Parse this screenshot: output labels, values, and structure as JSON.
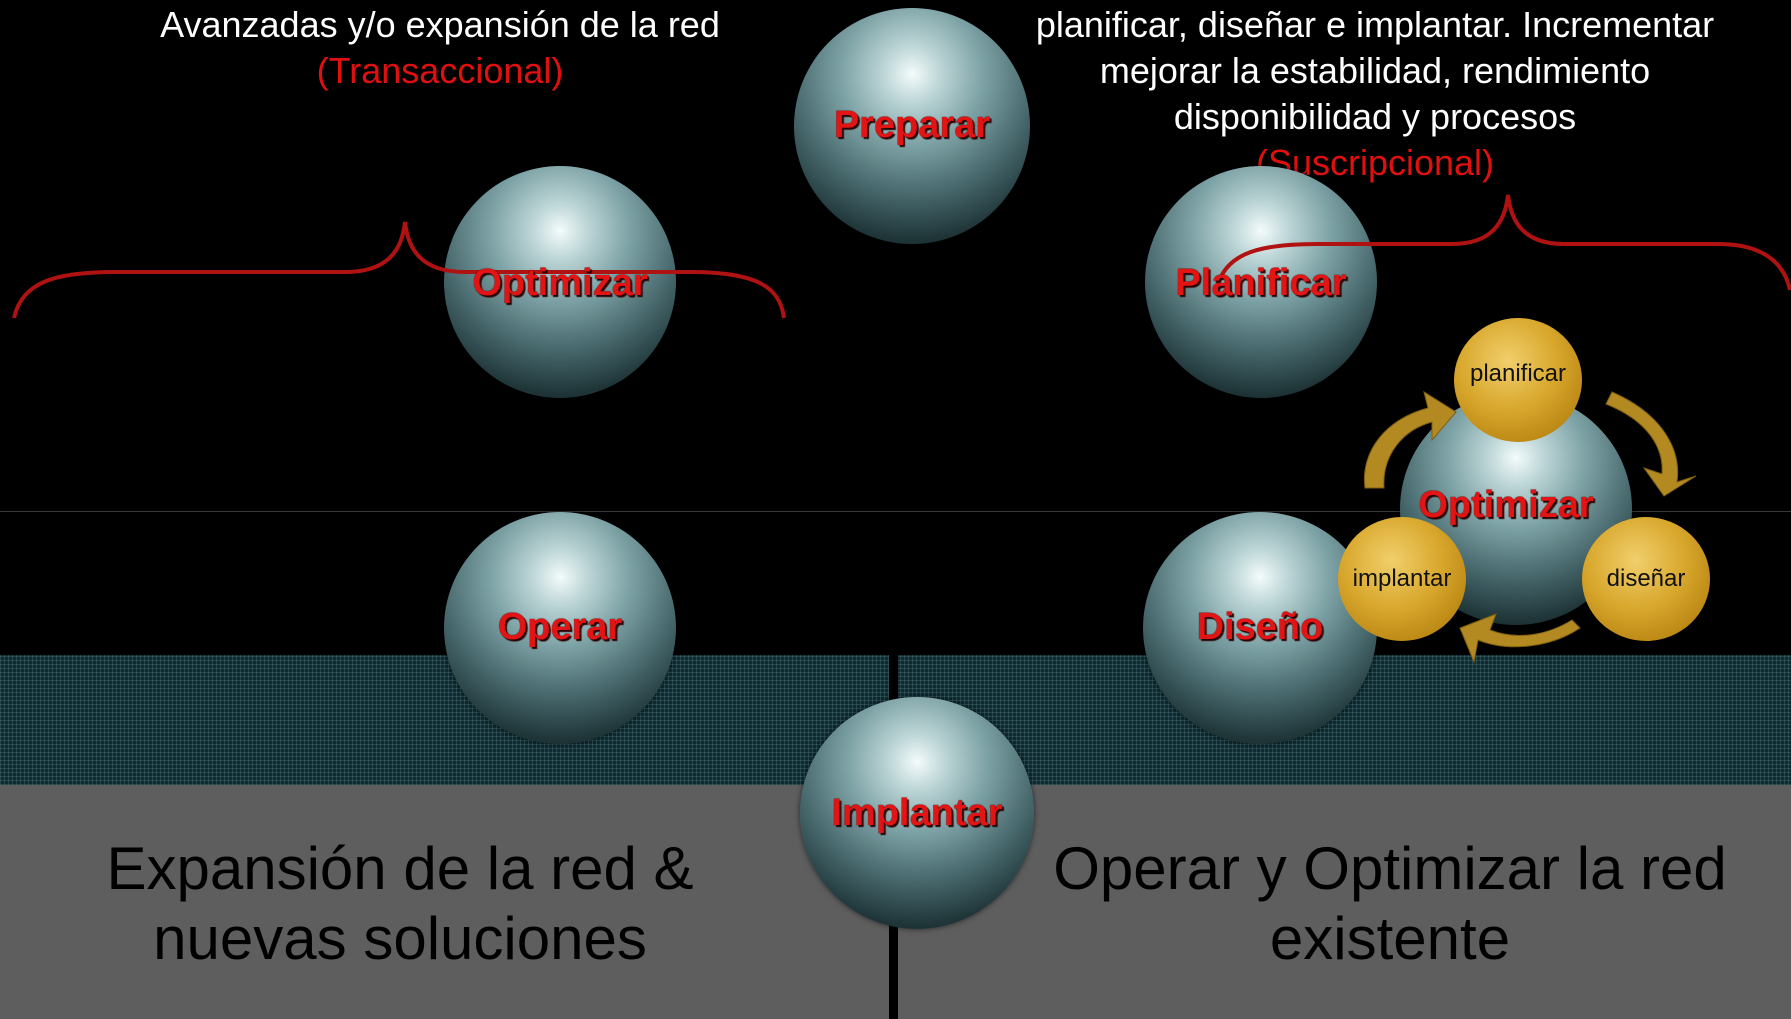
{
  "left_caption": {
    "line1": "Avanzadas y/o expansión de la red",
    "tag": "(Transaccional)"
  },
  "right_caption": {
    "line1": "planificar, diseñar e implantar. Incrementar",
    "line2": "mejorar la estabilidad, rendimiento",
    "line3": "disponibilidad y procesos",
    "tag": "(Suscripcional)"
  },
  "phases": {
    "preparar": "Preparar",
    "planificar": "Planificar",
    "diseno": "Diseño",
    "implantar": "Implantar",
    "operar": "Operar",
    "optimizar_left": "Optimizar",
    "optimizar_right": "Optimizar"
  },
  "cycle": {
    "planificar": "planificar",
    "disenar": "diseñar",
    "implantar": "implantar"
  },
  "bottom": {
    "left_line1": "Expansión de la red &",
    "left_line2": "nuevas soluciones",
    "right_line1": "Operar y Optimizar la red",
    "right_line2": "existente"
  },
  "colors": {
    "label_red": "#e21414",
    "brace_red": "#b01212",
    "gold": "#d8a72c",
    "gray_band": "#5e5e5e"
  }
}
